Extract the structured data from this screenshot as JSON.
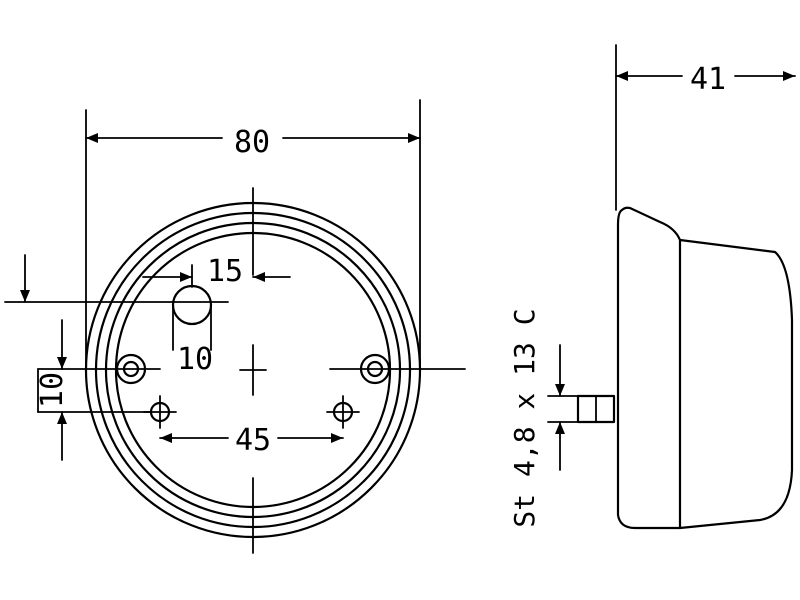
{
  "front_view": {
    "dim_overall_diameter": "80",
    "dim_offset_horizontal": "15",
    "dim_cable_hole": "10",
    "dim_vertical_offset": "10",
    "dim_hole_spacing": "45"
  },
  "side_view": {
    "dim_depth": "41",
    "screw_spec": "St 4,8 x 13 C"
  }
}
